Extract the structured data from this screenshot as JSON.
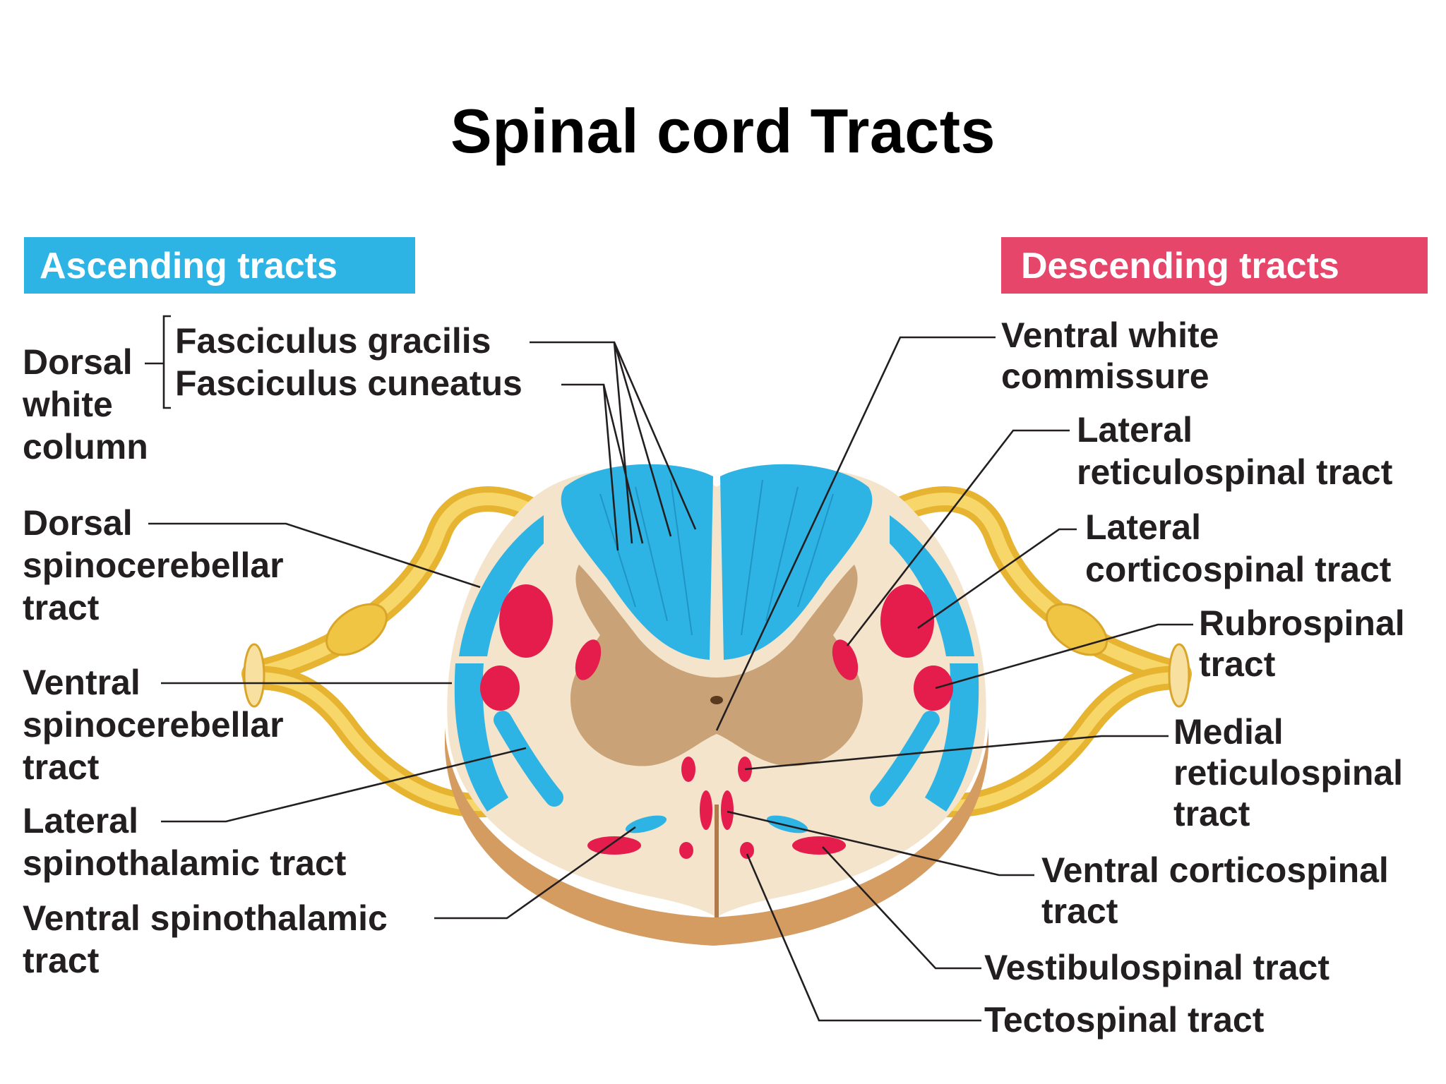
{
  "title": "Spinal cord Tracts",
  "colors": {
    "ascending": "#2eb4e4",
    "descending": "#e5466a",
    "tract_red": "#e51d4d",
    "grey_matter": "#c9a277",
    "white_matter": "#f3e4cb",
    "nerve_root": "#f3c84a",
    "text": "#231f20"
  },
  "ascending": {
    "header": "Ascending tracts",
    "dorsal_white_column": [
      "Dorsal",
      "white",
      "column"
    ],
    "fasciculus_gracilis": "Fasciculus gracilis",
    "fasciculus_cuneatus": "Fasciculus cuneatus",
    "dorsal_spinocerebellar": [
      "Dorsal",
      "spinocerebellar",
      "tract"
    ],
    "ventral_spinocerebellar": [
      "Ventral",
      "spinocerebellar",
      "tract"
    ],
    "lateral_spinothalamic": [
      "Lateral",
      "spinothalamic tract"
    ],
    "ventral_spinothalamic": [
      "Ventral spinothalamic",
      "tract"
    ]
  },
  "descending": {
    "header": "Descending tracts",
    "ventral_white_commissure": [
      "Ventral white",
      "commissure"
    ],
    "lateral_reticulospinal": [
      "Lateral",
      "reticulospinal tract"
    ],
    "lateral_corticospinal": [
      "Lateral",
      "corticospinal tract"
    ],
    "rubrospinal": [
      "Rubrospinal",
      "tract"
    ],
    "medial_reticulospinal": [
      "Medial",
      "reticulospinal",
      "tract"
    ],
    "ventral_corticospinal": [
      "Ventral corticospinal",
      "tract"
    ],
    "vestibulospinal": "Vestibulospinal tract",
    "tectospinal": "Tectospinal tract"
  }
}
